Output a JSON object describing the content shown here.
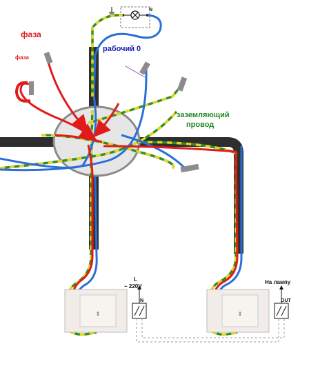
{
  "labels": {
    "phase_main": "фаза",
    "phase_small": "фаза",
    "neutral": "рабочий 0",
    "ground_line1": "заземляющий",
    "ground_line2": "провод",
    "input_l": "L",
    "input_voltage": "~ 220V",
    "switch1_tag": "IN",
    "to_lamp": "На лампу",
    "switch2_tag": "OUT",
    "lamp_n": "N"
  },
  "colors": {
    "phase": "#e01b1b",
    "neutral": "#2a6fd6",
    "ground_green": "#2f8f2f",
    "ground_yellow": "#e8d51a",
    "conduit": "#2e2e2e",
    "junction_fill": "#e6e6e6",
    "plate": "#f1ece7"
  },
  "icons": {
    "lamp": "lamp-cross-icon",
    "ground": "ground-symbol-icon",
    "switch_arrows": "up-down-arrows-icon"
  }
}
